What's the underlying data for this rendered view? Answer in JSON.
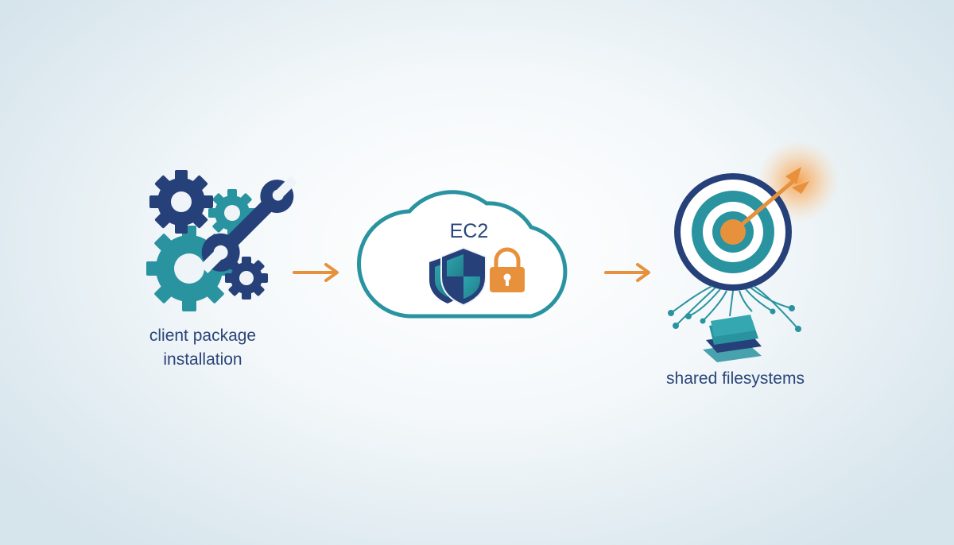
{
  "steps": {
    "client": {
      "line1": "client package",
      "line2": "installation",
      "icon": "gears-wrench-icon"
    },
    "ec2": {
      "label": "EC2",
      "icons": [
        "cloud-icon",
        "shield-icon",
        "shield-icon",
        "padlock-icon"
      ]
    },
    "shared": {
      "label": "shared filesystems",
      "icons": [
        "target-icon",
        "arrow-icon",
        "stacked-layers-icon"
      ]
    }
  },
  "connectors": [
    "arrow-right-icon",
    "arrow-right-icon"
  ],
  "colors": {
    "navy": "#26407a",
    "teal": "#2a93a0",
    "orange": "#e8913c",
    "text": "#2a4579"
  }
}
